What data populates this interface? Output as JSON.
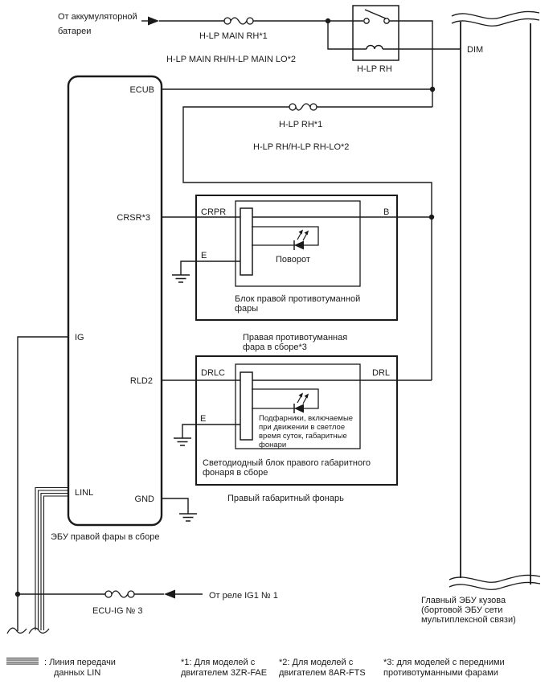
{
  "colors": {
    "line": "#1a1a1a",
    "background": "#ffffff"
  },
  "source_battery": {
    "label_lines": [
      "От аккумуляторной",
      "батареи"
    ]
  },
  "fuses": {
    "main": "H-LP MAIN RH*1",
    "main_alt": "H-LP MAIN RH/H-LP MAIN LO*2",
    "hlp_rh": "H-LP RH*1",
    "hlp_rh_alt": "H-LP RH/H-LP RH-LO*2",
    "ecu_ig": "ECU-IG № 3"
  },
  "relay": {
    "label": "H-LP RH"
  },
  "main_body_ecu": {
    "pin_dim": "DIM",
    "caption_lines": [
      "Главный ЭБУ кузова",
      "(бортовой ЭБУ сети",
      "мультиплексной связи)"
    ]
  },
  "headlight_ecu": {
    "pin_ecub": "ECUB",
    "pin_crsr": "CRSR*3",
    "pin_ig": "IG",
    "pin_rld2": "RLD2",
    "pin_linl": "LINL",
    "pin_gnd": "GND",
    "caption": "ЭБУ правой фары в сборе"
  },
  "fog_lamp": {
    "pin_crpr": "CRPR",
    "pin_b": "B",
    "pin_e": "E",
    "led_label": "Поворот",
    "unit_caption_lines": [
      "Блок правой противотуманной",
      "фары"
    ],
    "assembly_caption_lines": [
      "Правая противотуманная",
      "фара в сборе*3"
    ]
  },
  "drl_lamp": {
    "pin_drlc": "DRLC",
    "pin_drl": "DRL",
    "pin_e": "E",
    "led_label_lines": [
      "Подфарники, включаемые",
      "при движении в светлое",
      "время суток, габаритные",
      "фонари"
    ],
    "unit_caption_lines": [
      "Светодиодный блок правого габаритного",
      "фонаря в сборе"
    ],
    "assembly_caption": "Правый габаритный фонарь"
  },
  "source_ig_relay": {
    "label": "От реле IG1 № 1"
  },
  "legend": {
    "lin_lines": [
      ": Линия передачи",
      "данных LIN"
    ]
  },
  "footnotes": {
    "f1_lines": [
      "*1: Для моделей с",
      "двигателем 3ZR-FAE"
    ],
    "f2_lines": [
      "*2: Для моделей с",
      "двигателем 8AR-FTS"
    ],
    "f3_lines": [
      "*3: для моделей с передними",
      "противотуманными фарами"
    ]
  }
}
